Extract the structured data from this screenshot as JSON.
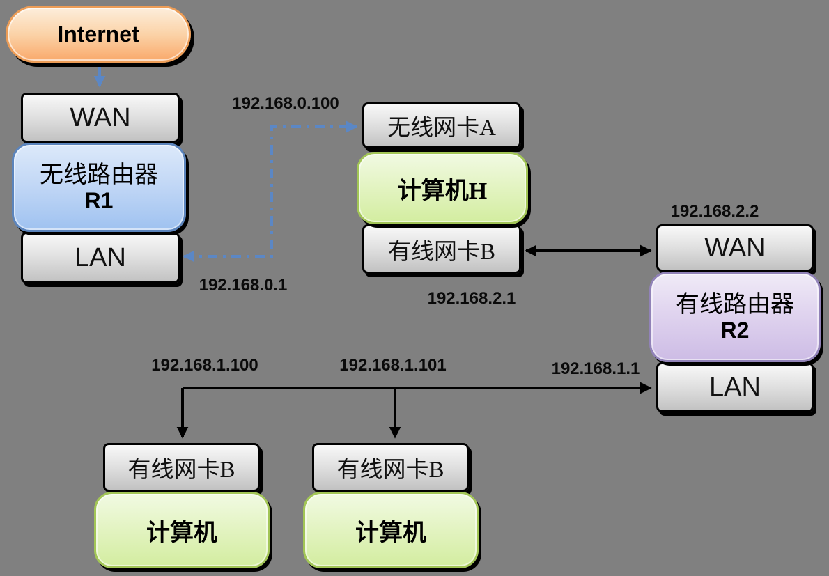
{
  "diagram": {
    "internet": {
      "label": "Internet"
    },
    "router1": {
      "wan": "WAN",
      "name": "无线路由器",
      "id": "R1",
      "lan": "LAN"
    },
    "computer_h": {
      "wireless_card": "无线网卡A",
      "name": "计算机H",
      "wired_card": "有线网卡B"
    },
    "router2": {
      "wan": "WAN",
      "name": "有线路由器",
      "id": "R2",
      "lan": "LAN"
    },
    "computer1": {
      "wired_card": "有线网卡B",
      "name": "计算机"
    },
    "computer2": {
      "wired_card": "有线网卡B",
      "name": "计算机"
    },
    "ips": {
      "wireless_a": "192.168.0.100",
      "r1_lan": "192.168.0.1",
      "r2_wan": "192.168.2.2",
      "h_wired": "192.168.2.1",
      "pc1": "192.168.1.100",
      "pc2": "192.168.1.101",
      "r2_lan": "192.168.1.1"
    },
    "colors": {
      "background": "#808080",
      "internet_fill_top": "#FDEEDC",
      "internet_fill_bottom": "#F9A96B",
      "internet_border": "#EC9C56",
      "router1_fill_top": "#DCE9FA",
      "router1_fill_bottom": "#9FC2F0",
      "router1_border": "#5B84BC",
      "router2_fill_top": "#F0EBF7",
      "router2_fill_bottom": "#CDBCE5",
      "router2_border": "#9182B8",
      "computer_fill_top": "#F1FAE3",
      "computer_fill_bottom": "#D3EDA0",
      "computer_border": "#A2C556",
      "port_fill_top": "#F7F7F7",
      "port_fill_bottom": "#C2C2C2",
      "connector_blue": "#5B87C5",
      "connector_black": "#000000"
    }
  }
}
